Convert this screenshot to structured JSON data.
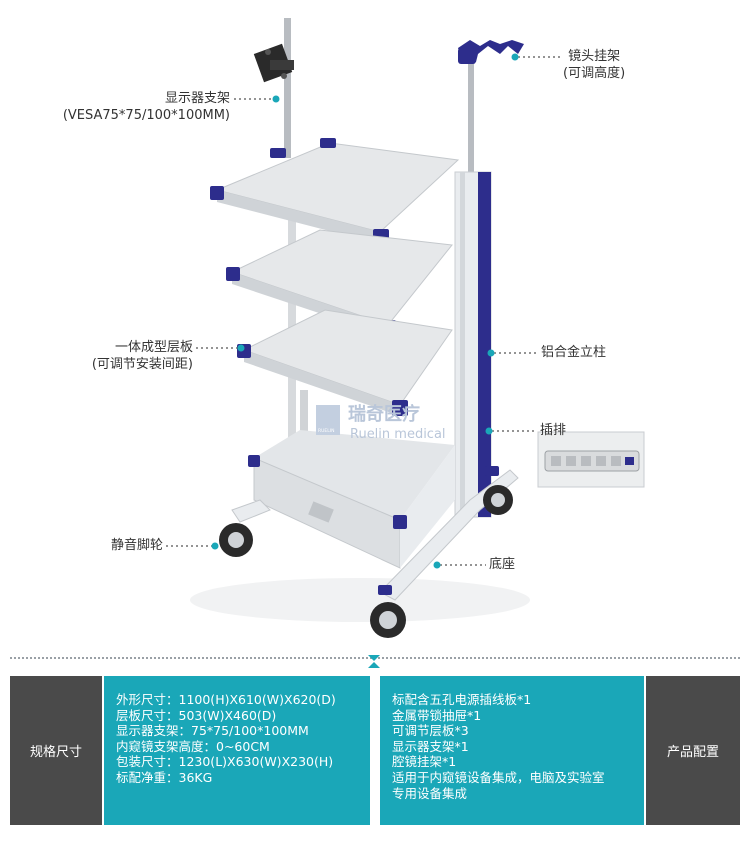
{
  "brand": {
    "watermark_cn": "瑞奇医疗",
    "watermark_en": "Ruelin medical",
    "logo_text": "RUELIN"
  },
  "callouts": {
    "monitor_mount": {
      "line1": "显示器支架",
      "line2": "(VESA75*75/100*100MM)"
    },
    "scope_holder": {
      "line1": "镜头挂架",
      "line2": "(可调高度)"
    },
    "shelf": {
      "line1": "一体成型层板",
      "line2": "(可调节安装间距)"
    },
    "aluminum_column": {
      "line1": "铝合金立柱"
    },
    "power_strip": {
      "line1": "插排"
    },
    "caster": {
      "line1": "静音脚轮"
    },
    "base": {
      "line1": "底座"
    }
  },
  "specs": {
    "title": "规格尺寸",
    "lines": [
      "外形尺寸：1100(H)X610(W)X620(D)",
      "层板尺寸：503(W)X460(D)",
      "显示器支架：75*75/100*100MM",
      "内窥镜支架高度：0~60CM",
      "包装尺寸：1230(L)X630(W)X230(H)",
      "标配净重：36KG"
    ]
  },
  "config": {
    "title": "产品配置",
    "lines": [
      "标配含五孔电源插线板*1",
      "金属带锁抽屉*1",
      "可调节层板*3",
      "显示器支架*1",
      "腔镜挂架*1",
      "适用于内窥镜设备集成，电脑及实验室",
      "专用设备集成"
    ]
  },
  "colors": {
    "accent_teal": "#1aa7b8",
    "dark_panel": "#4a4a4a",
    "cart_blue": "#2d2d8c",
    "shelf_grey": "#e6e8ea"
  }
}
